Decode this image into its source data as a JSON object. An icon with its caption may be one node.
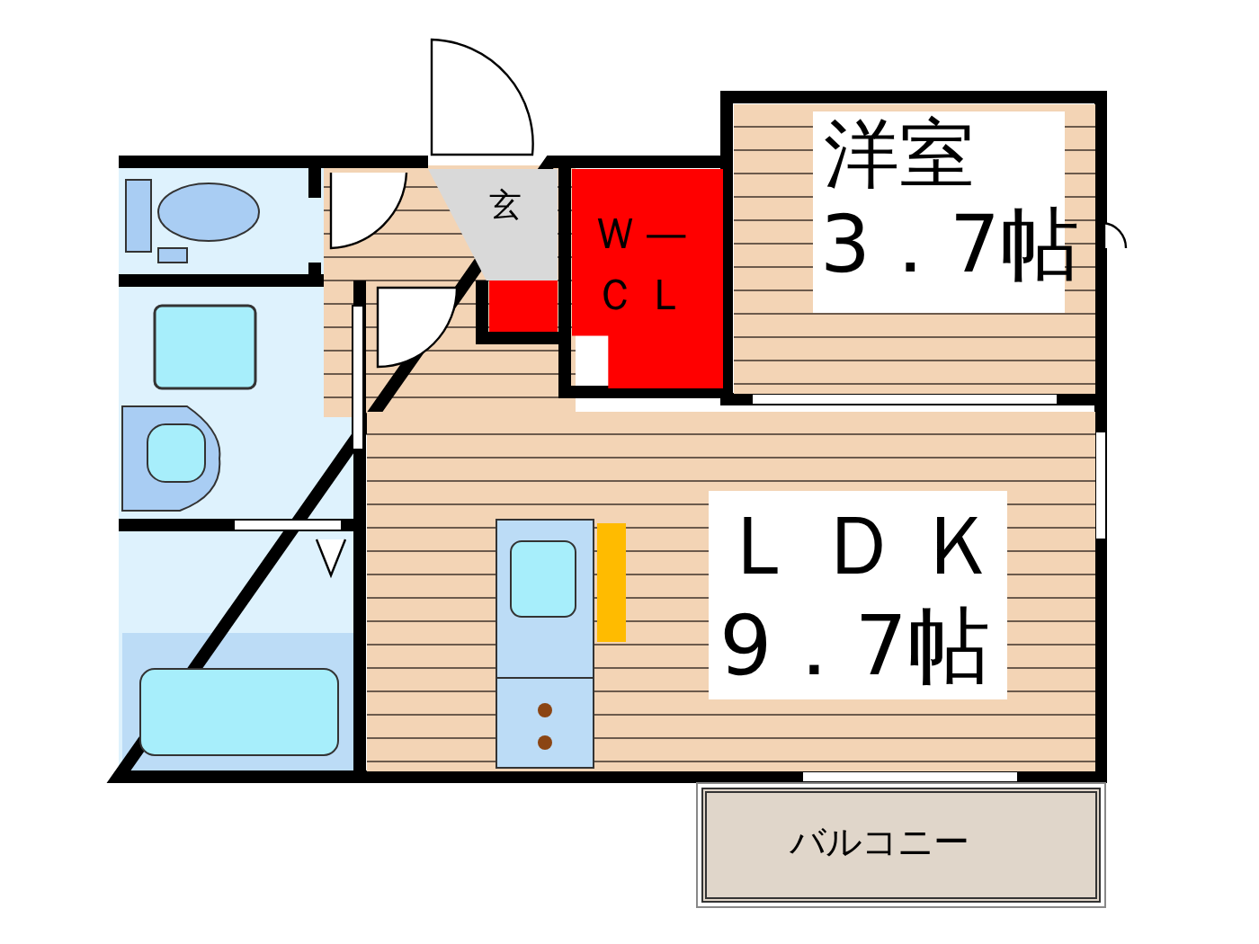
{
  "diagram": {
    "nodes": [
      {
        "text": [
          "玄"
        ]
      },
      {
        "text": [
          "Ｗ—ＣＬ"
        ]
      },
      {
        "text": [
          "洋室",
          "3．7帖"
        ]
      },
      {
        "text": [
          "ＬＤＫ",
          "9．7帖"
        ]
      },
      {
        "text": [
          "バルコニー"
        ]
      }
    ]
  }
}
